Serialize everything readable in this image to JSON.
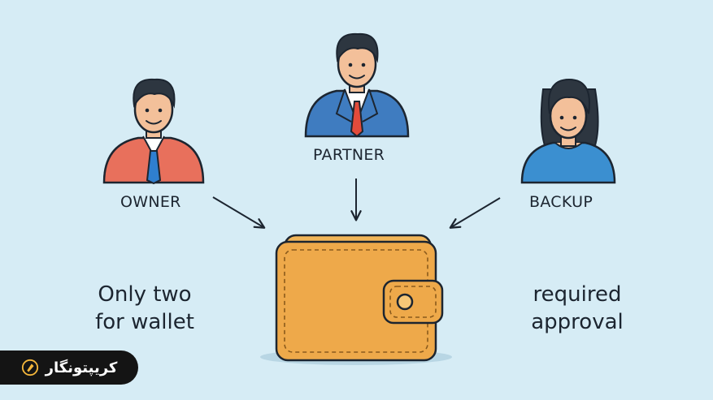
{
  "roles": {
    "owner": "OWNER",
    "partner": "PARTNER",
    "backup": "BACKUP"
  },
  "captions": {
    "left_line1": "Only two",
    "left_line2": "for wallet",
    "right_line1": "required",
    "right_line2": "approval"
  },
  "brand": {
    "name": "کریپتونگار"
  },
  "colors": {
    "background": "#d6ecf5",
    "owner_shirt": "#e8705c",
    "partner_suit": "#3f7cc0",
    "backup_top": "#3b8fd0",
    "wallet": "#eea94a",
    "skin": "#f3c09a",
    "hair": "#2d3640"
  },
  "icons": {
    "wallet": "wallet-icon",
    "brand": "pen-nib-icon"
  }
}
